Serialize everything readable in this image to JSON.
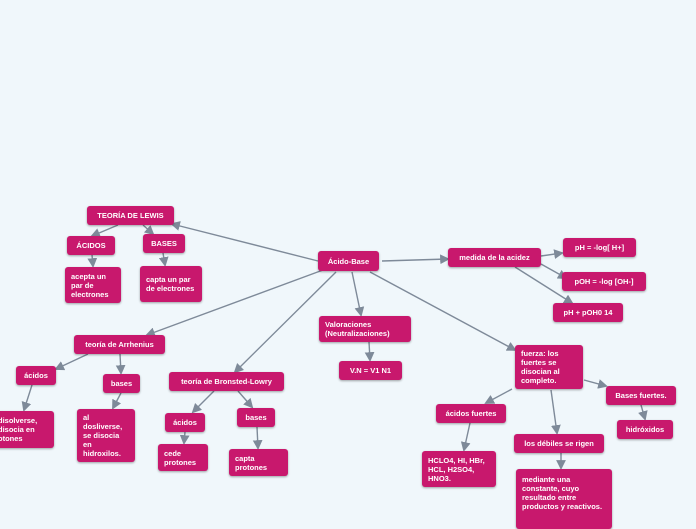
{
  "colors": {
    "node_fill": "#c8186d",
    "node_text": "#ffffff",
    "edge": "#7e8a99",
    "background": "#f0f7fb"
  },
  "nodes": {
    "root": "Ácido-Base",
    "lewis": "TEORÍA DE LEWIS",
    "lewis_acidos": "ÁCIDOS",
    "lewis_bases": "BASES",
    "lewis_acidos_def": "acepta un par de electrones",
    "lewis_bases_def": "capta un par de electrones",
    "arrhenius": "teoría de Arrhenius",
    "arrh_acidos": "ácidos",
    "arrh_bases": "bases",
    "arrh_acidos_def": "disolverse, disocia en otones",
    "arrh_bases_def": "al dosliverse, se disocia en hidroxilos.",
    "bronsted": "teoría de Bronsted-Lowry",
    "bl_acidos": "ácidos",
    "bl_bases": "bases",
    "bl_acidos_def": "cede protones",
    "bl_bases_def": "capta protones",
    "valoraciones": "Valoraciones (Neutralizaciones)",
    "vn": "V.N = V1 N1",
    "medida": "medida de la acidez",
    "ph": "pH = -log[ H+]",
    "poh": "pOH = -log [OH-]",
    "phpoh": "pH + pOH0 14",
    "fuerza": "fuerza: los fuertes se disocian al completo.",
    "acidos_fuertes": "ácidos fuertes",
    "acidos_fuertes_list": "HCLO4, HI, HBr, HCL, H2SO4, HNO3.",
    "debiles": "los débiles se rigen",
    "debiles_def": "mediante una constante, cuyo resultado entre productos y reactivos.",
    "bases_fuertes": "Bases fuertes.",
    "hidroxidos": "hidróxidos"
  }
}
